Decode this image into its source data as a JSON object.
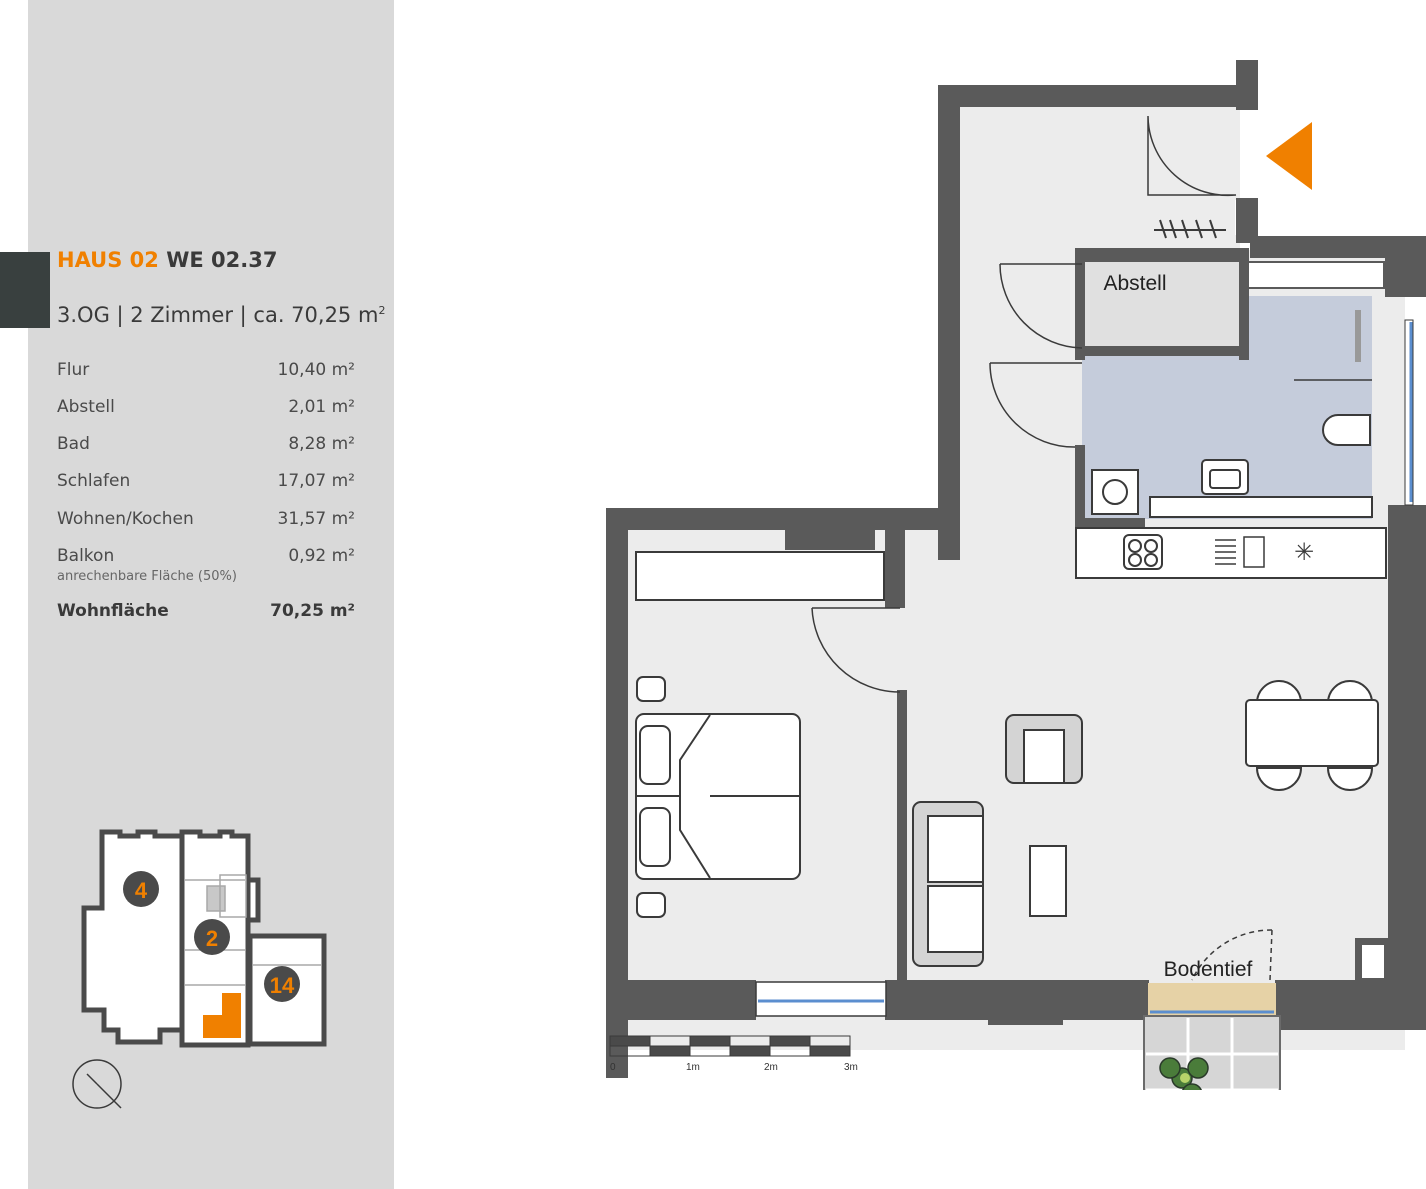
{
  "header": {
    "haus": "HAUS 02",
    "unit": "WE 02.37",
    "summary": "3.OG | 2 Zimmer | ca. 70,25 m",
    "summary_sup": "2"
  },
  "rooms": [
    {
      "name": "Flur",
      "area": "10,40 m²"
    },
    {
      "name": "Abstell",
      "area": "2,01 m²"
    },
    {
      "name": "Bad",
      "area": "8,28 m²"
    },
    {
      "name": "Schlafen",
      "area": "17,07 m²"
    },
    {
      "name": "Wohnen/Kochen",
      "area": "31,57 m²"
    },
    {
      "name": "Balkon",
      "area": "0,92 m²",
      "note": "anrechenbare Fläche (50%)"
    }
  ],
  "total": {
    "name": "Wohnfläche",
    "area": "70,25 m²"
  },
  "keyplan": {
    "house_4": "4",
    "house_2": "2",
    "house_14": "14"
  },
  "plan_labels": {
    "abstell": "Abstell",
    "bodentief": "Bodentief"
  },
  "scale": {
    "labels": [
      "0",
      "1m",
      "2m",
      "3m"
    ]
  },
  "colors": {
    "accent": "#f08000",
    "wall": "#5a5a5a",
    "bath": "#c5ccdb",
    "floor": "#ececec",
    "balcony_sill": "#e6d2a6",
    "sidebar": "#d9d9d9"
  },
  "icons": [
    "entrance-arrow-icon",
    "compass-icon",
    "plant-icon"
  ]
}
